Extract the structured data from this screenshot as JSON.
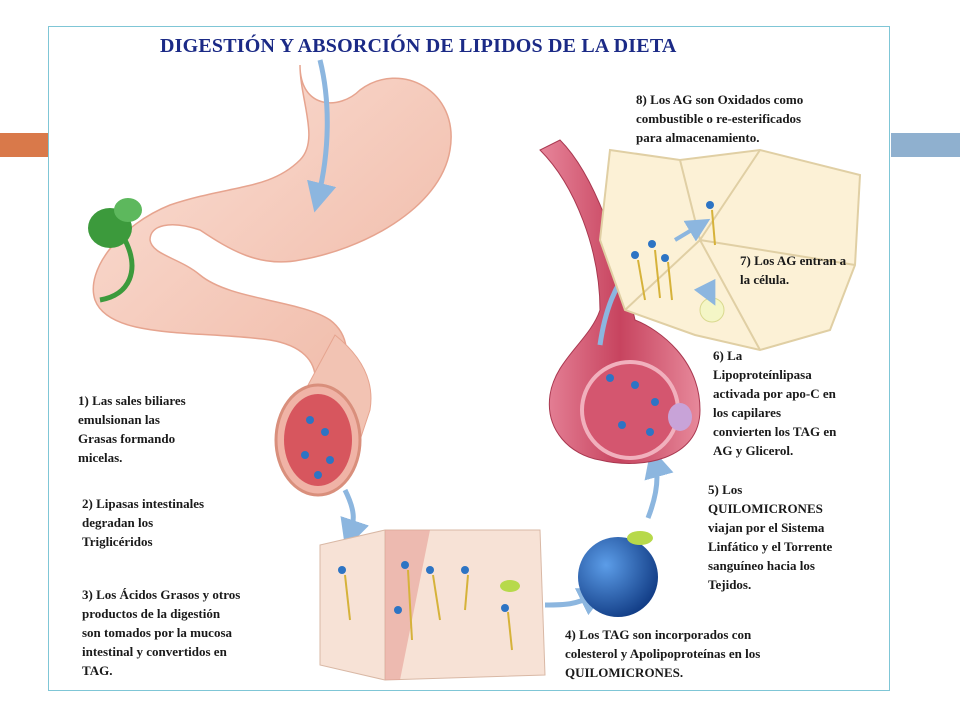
{
  "title": "DIGESTIÓN Y ABSORCIÓN DE LIPIDOS DE LA DIETA",
  "steps": {
    "s1": "1) Las sales biliares\n        emulsionan las\n        Grasas formando\n        micelas.",
    "s2": "2)  Lipasas intestinales\n        degradan los\n        Triglicéridos",
    "s3": "3) Los Ácidos Grasos y otros\n        productos de la digestión\n        son tomados por la mucosa\n        intestinal y convertidos en\n        TAG.",
    "s4": "4) Los TAG son incorporados con\ncolesterol y Apolipoproteínas en los\nQUILOMICRONES.",
    "s5": "5) Los\nQUILOMICRONES\nviajan por el Sistema\nLinfático y el Torrente\nsanguíneo hacia los\nTejidos.",
    "s6": "6) La\nLipoproteínlipasa\nactivada por apo-C en\nlos capilares\nconvierten los TAG en\nAG y Glicerol.",
    "s7": "7) Los AG entran a\nla célula.",
    "s8": "8) Los AG son Oxidados como\ncombustible o re-esterificados\npara almacenamiento."
  },
  "colors": {
    "title": "#1b2a86",
    "accent_left": "#d9794a",
    "accent_right": "#8fb0cf",
    "frame_border": "#7fc6d6",
    "stomach": "#f6cbbd",
    "gallbladder": "#3c9a3c",
    "vessel": "#c94a62",
    "arrow": "#8cb6df",
    "chylomicron": "#1f5fb0"
  },
  "icons": [
    "stomach-illustration",
    "gallbladder-illustration",
    "intestine-cross-section-illustration",
    "mucosa-cell-illustration",
    "chylomicron-sphere-illustration",
    "capillary-illustration",
    "adipose-cells-illustration"
  ]
}
